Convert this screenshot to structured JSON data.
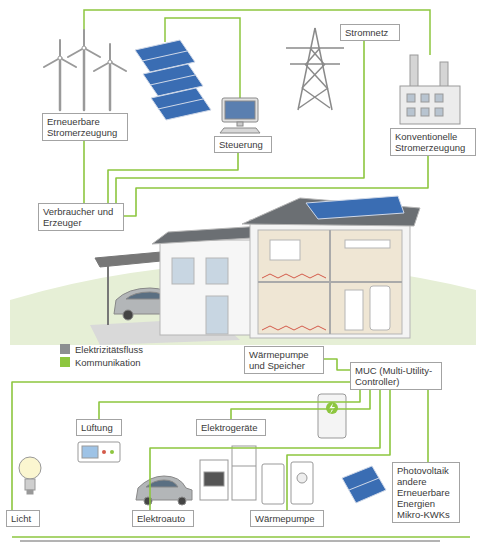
{
  "diagram": {
    "nodes": [
      {
        "text": [
          "Stromnetz"
        ]
      },
      {
        "text": [
          "Erneuerbare Stromerzeugung"
        ]
      },
      {
        "text": [
          "Steuerung"
        ]
      },
      {
        "text": [
          "Konventionelle Stromerzeugung"
        ]
      },
      {
        "text": [
          "Verbraucher und Erzeuger"
        ]
      },
      {
        "text": [
          "Wärmepumpe und Speicher"
        ]
      },
      {
        "text": [
          "MUC (Multi-Utility-Controller)"
        ]
      },
      {
        "text": [
          "Lüftung"
        ]
      },
      {
        "text": [
          "Elektrogeräte"
        ]
      },
      {
        "text": [
          "Photovoltaik andere Erneuerbare Energien Mikro-KWKs"
        ]
      },
      {
        "text": [
          "Licht"
        ]
      },
      {
        "text": [
          "Elektroauto"
        ]
      },
      {
        "text": [
          "Wärmepumpe"
        ]
      }
    ],
    "edges": [
      {
        "from": 1,
        "to": 4,
        "arrow": "none"
      },
      {
        "from": 2,
        "to": 4,
        "arrow": "none"
      },
      {
        "from": 0,
        "to": 4,
        "arrow": "none"
      },
      {
        "from": 3,
        "to": 4,
        "arrow": "none"
      },
      {
        "from": 5,
        "to": 6,
        "arrow": "none"
      },
      {
        "from": 6,
        "to": 10,
        "arrow": "none"
      },
      {
        "from": 6,
        "to": 7,
        "arrow": "none"
      },
      {
        "from": 6,
        "to": 8,
        "arrow": "none"
      },
      {
        "from": 6,
        "to": 11,
        "arrow": "none"
      },
      {
        "from": 6,
        "to": 12,
        "arrow": "none"
      },
      {
        "from": 6,
        "to": 9,
        "arrow": "none"
      }
    ],
    "legend": [
      {
        "text": "Elektrizitätsfluss",
        "color": "#8c8f91"
      },
      {
        "text": "Kommunikation",
        "color": "#8dc63f"
      }
    ]
  }
}
